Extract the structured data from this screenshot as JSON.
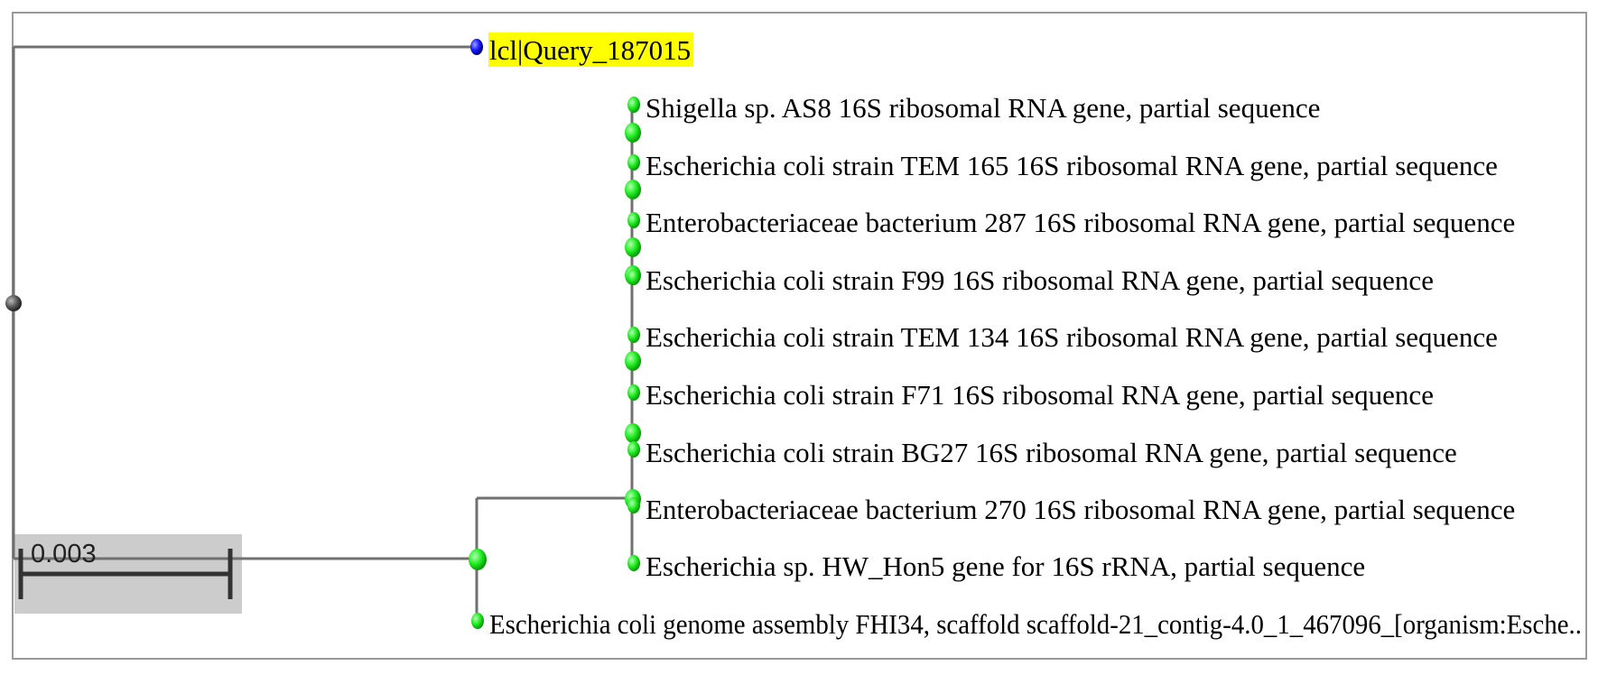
{
  "tree": {
    "query_label": "lcl|Query_187015",
    "leaves": [
      {
        "label": "Shigella sp. AS8 16S ribosomal RNA gene, partial sequence"
      },
      {
        "label": "Escherichia coli strain TEM 165 16S ribosomal RNA gene, partial sequence"
      },
      {
        "label": "Enterobacteriaceae bacterium 287 16S ribosomal RNA gene, partial sequence"
      },
      {
        "label": "Escherichia coli strain F99 16S ribosomal RNA gene, partial sequence"
      },
      {
        "label": "Escherichia coli strain TEM 134 16S ribosomal RNA gene, partial sequence"
      },
      {
        "label": "Escherichia coli strain F71 16S ribosomal RNA gene, partial sequence"
      },
      {
        "label": "Escherichia coli strain BG27 16S ribosomal RNA gene, partial sequence"
      },
      {
        "label": "Enterobacteriaceae bacterium 270 16S ribosomal RNA gene, partial sequence"
      },
      {
        "label": "Escherichia sp. HW_Hon5 gene for 16S rRNA, partial sequence"
      }
    ],
    "outgroup_label": "Escherichia coli genome assembly FHI34, scaffold scaffold-21_contig-4.0_1_467096_[organism:Esche..",
    "scale_bar_label": "0.003",
    "colors": {
      "query_highlight": "#ffff00",
      "query_node": "#1a1aff",
      "leaf_node": "#22ee22",
      "root_node": "#555555",
      "branch": "#707070",
      "scale_bg": "#cccccc"
    }
  }
}
